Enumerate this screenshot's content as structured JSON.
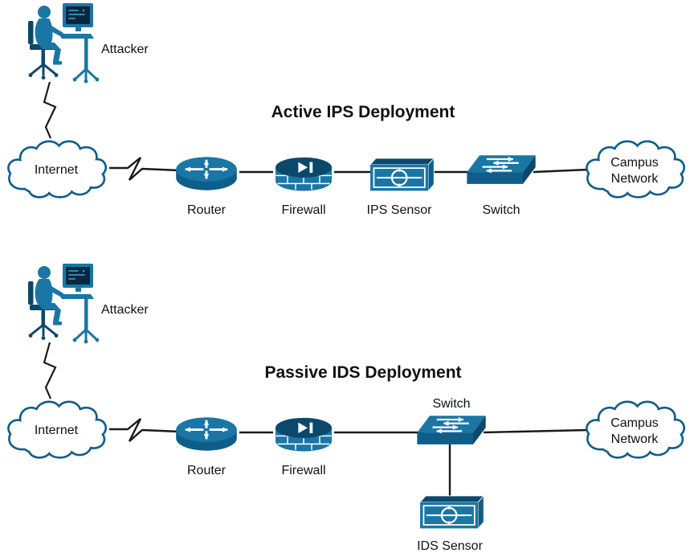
{
  "colors": {
    "icon_primary": "#1a76a4",
    "icon_mid": "#0f5d89",
    "icon_dark": "#0c486b",
    "monitor_screen": "#0a2740",
    "cloud_fill": "#ffffff",
    "connection_line": "#1a1a1a",
    "text": "#111111"
  },
  "icons": {
    "attacker-icon": "person-seated-at-computer",
    "internet-cloud-icon": "cloud-outline",
    "router-icon": "cylinder-with-cross-arrows",
    "firewall-icon": "brick-cylinder-with-play-bar",
    "sensor-icon": "box-with-circle-and-line",
    "switch-icon": "3d-box-with-opposing-arrows",
    "campus-cloud-icon": "cloud-outline",
    "attack-bolt-icon": "lightning-zigzag-link"
  },
  "active_diagram": {
    "title": "Active IPS Deployment",
    "labels": {
      "attacker": "Attacker",
      "internet": "Internet",
      "router": "Router",
      "firewall": "Firewall",
      "sensor": "IPS Sensor",
      "switch": "Switch",
      "campus_line1": "Campus",
      "campus_line2": "Network"
    }
  },
  "passive_diagram": {
    "title": "Passive IDS Deployment",
    "labels": {
      "attacker": "Attacker",
      "internet": "Internet",
      "router": "Router",
      "firewall": "Firewall",
      "switch": "Switch",
      "sensor": "IDS Sensor",
      "campus_line1": "Campus",
      "campus_line2": "Network"
    }
  }
}
